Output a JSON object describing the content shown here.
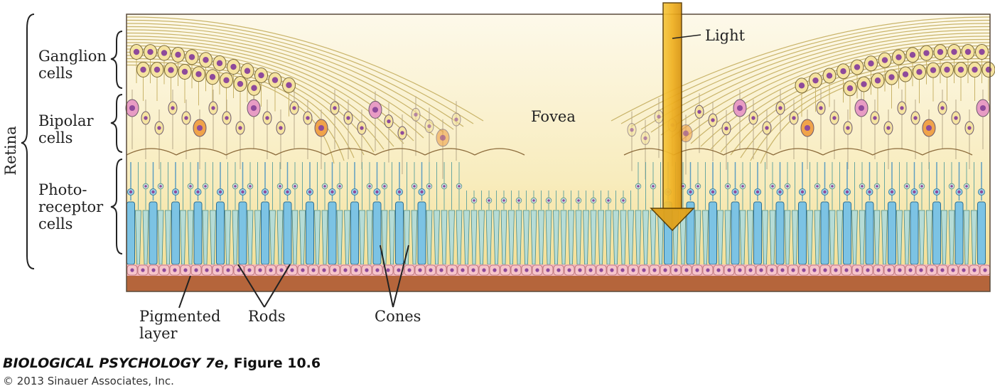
{
  "labels": {
    "retina": "Retina",
    "ganglion_line1": "Ganglion",
    "ganglion_line2": "cells",
    "bipolar_line1": "Bipolar",
    "bipolar_line2": "cells",
    "photo_line1": "Photo-",
    "photo_line2": "receptor",
    "photo_line3": "cells",
    "fovea": "Fovea",
    "light": "Light",
    "pigmented_line1": "Pigmented",
    "pigmented_line2": "layer",
    "rods": "Rods",
    "cones": "Cones"
  },
  "caption": {
    "book": "BIOLOGICAL PSYCHOLOGY 7e",
    "figure": ", Figure 10.6",
    "copyright": "© 2013 Sinauer Associates, Inc."
  },
  "colors": {
    "background_top": "#fcf7e6",
    "background_mid": "#f8eab3",
    "ganglion_body": "#f5e3a0",
    "nucleus": "#8e4a9a",
    "bipolar_pink": "#e89cc4",
    "bipolar_orange": "#f0a34a",
    "rod_blue": "#7cc3e4",
    "cone_teal": "#b6dcd6",
    "pigment_pink": "#f2b7bd",
    "choroid_brown": "#b5653b",
    "light_arrow": "#f1b324"
  }
}
